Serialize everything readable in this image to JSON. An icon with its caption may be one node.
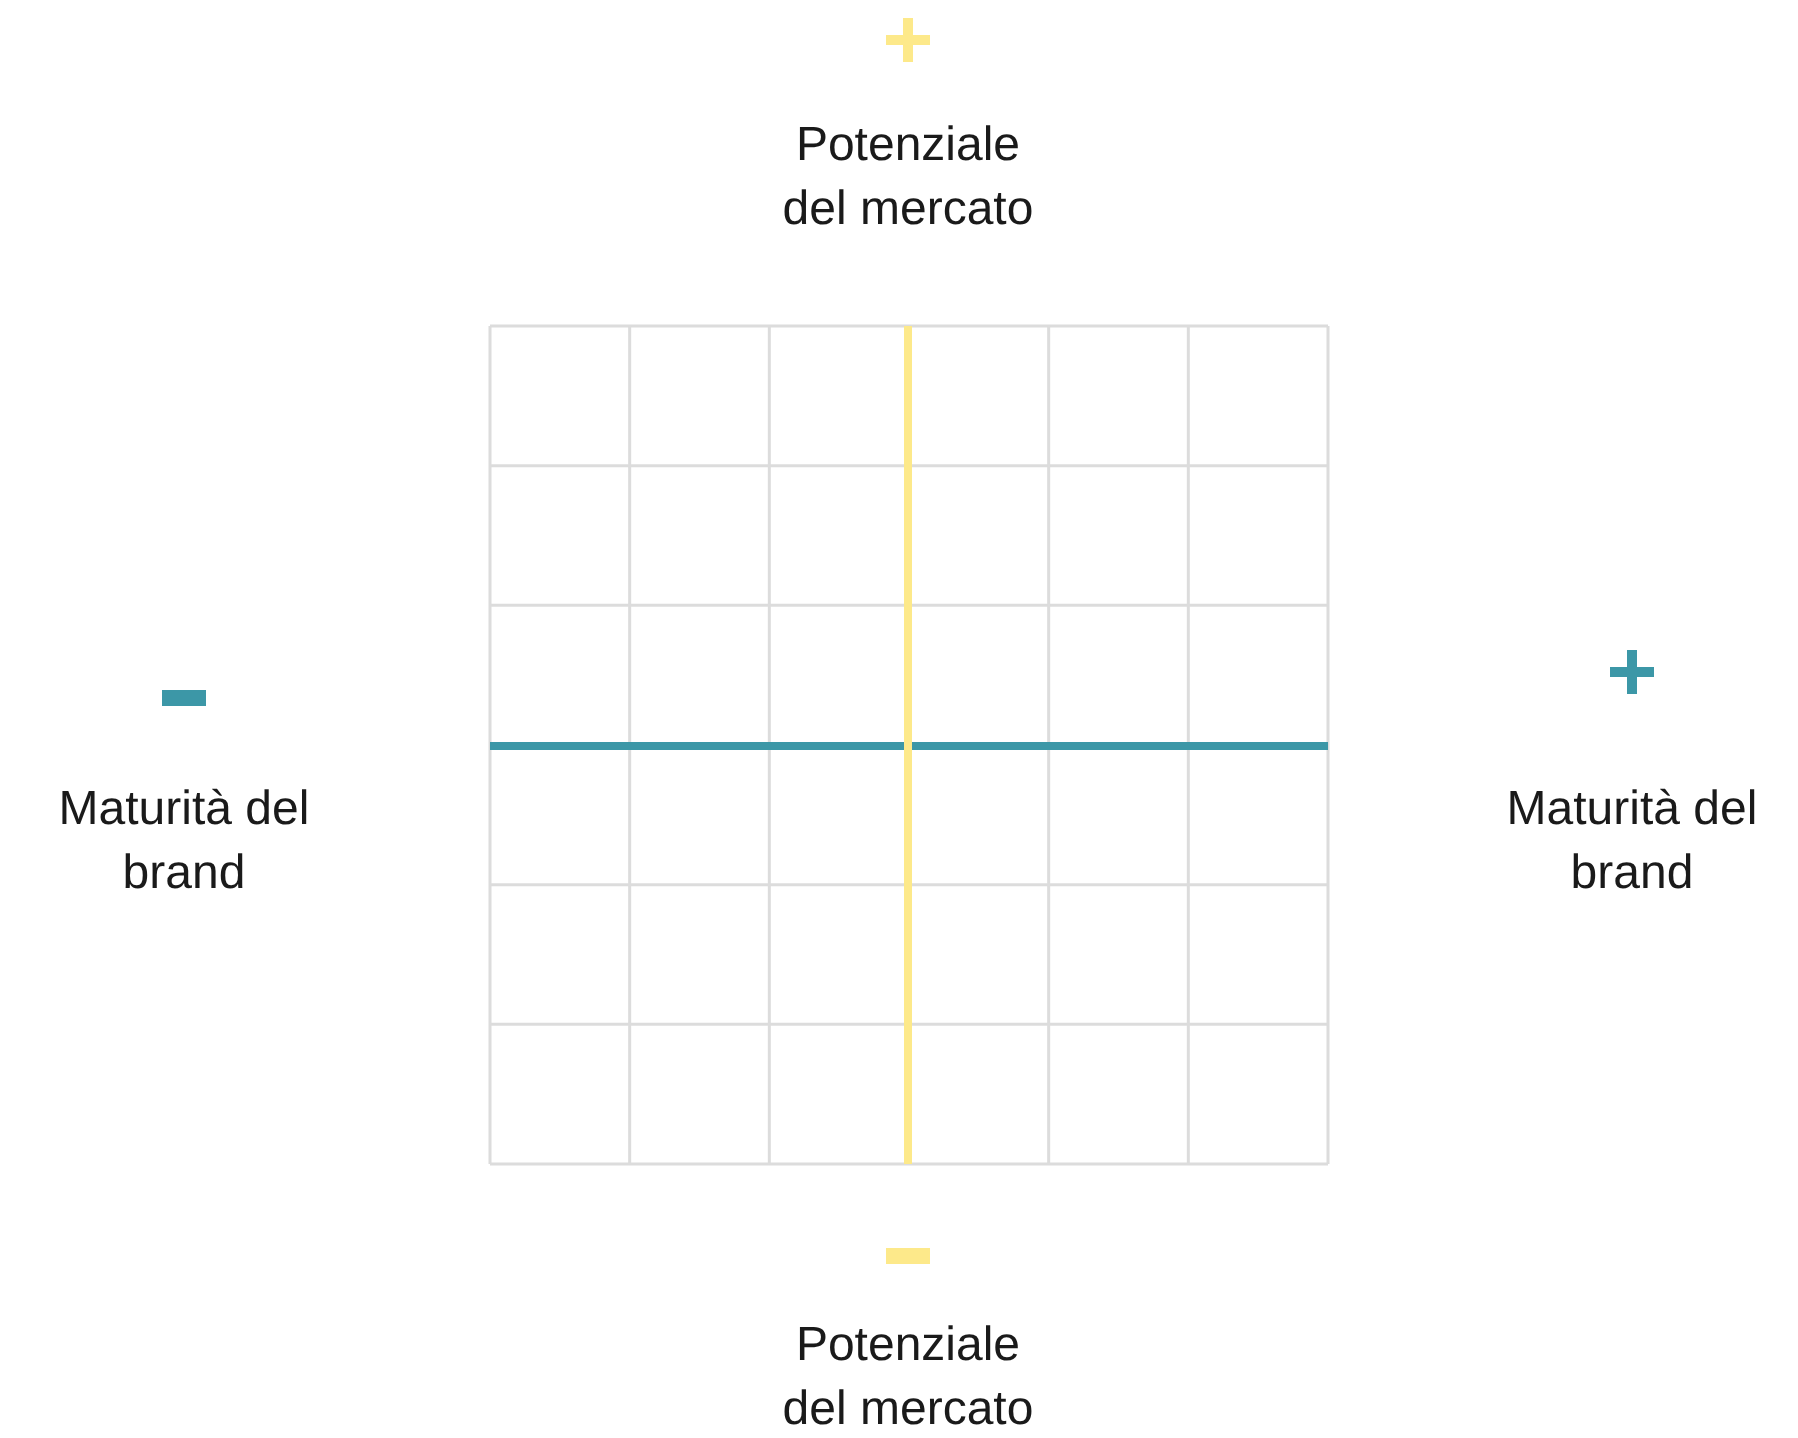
{
  "diagram": {
    "labels": [
      "Potenziale del mercato",
      "Maturità del brand",
      "Maturità del brand",
      "Potenziale del mercato"
    ]
  }
}
